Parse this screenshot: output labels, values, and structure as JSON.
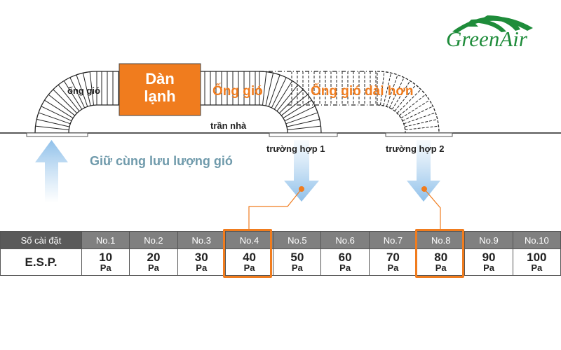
{
  "logo": {
    "text": "GreenAir",
    "color": "#1e8c3a"
  },
  "diagram": {
    "left_duct_label": "ống gió",
    "indoor_unit_line1": "Dàn",
    "indoor_unit_line2": "lạnh",
    "duct_label": "Ống gió",
    "longer_duct_label": "Ống gió dài hơn",
    "ceiling_label": "trần nhà",
    "case1_label": "trường hợp 1",
    "case2_label": "trường hợp 2",
    "airflow_note": "Giữ cùng lưu lượng gió"
  },
  "colors": {
    "accent": "#f07c1e",
    "unit_box": "#f07c1e",
    "arrow": "#a9cfee",
    "note": "#6f9aab",
    "header": "#808080"
  },
  "table": {
    "header_label": "Số cài đặt",
    "row_label": "E.S.P.",
    "columns": [
      {
        "no": "No.1",
        "value": "10",
        "unit": "Pa"
      },
      {
        "no": "No.2",
        "value": "20",
        "unit": "Pa"
      },
      {
        "no": "No.3",
        "value": "30",
        "unit": "Pa"
      },
      {
        "no": "No.4",
        "value": "40",
        "unit": "Pa"
      },
      {
        "no": "No.5",
        "value": "50",
        "unit": "Pa"
      },
      {
        "no": "No.6",
        "value": "60",
        "unit": "Pa"
      },
      {
        "no": "No.7",
        "value": "70",
        "unit": "Pa"
      },
      {
        "no": "No.8",
        "value": "80",
        "unit": "Pa"
      },
      {
        "no": "No.9",
        "value": "90",
        "unit": "Pa"
      },
      {
        "no": "No.10",
        "value": "100",
        "unit": "Pa"
      }
    ],
    "highlighted": [
      "No.4",
      "No.8"
    ]
  }
}
